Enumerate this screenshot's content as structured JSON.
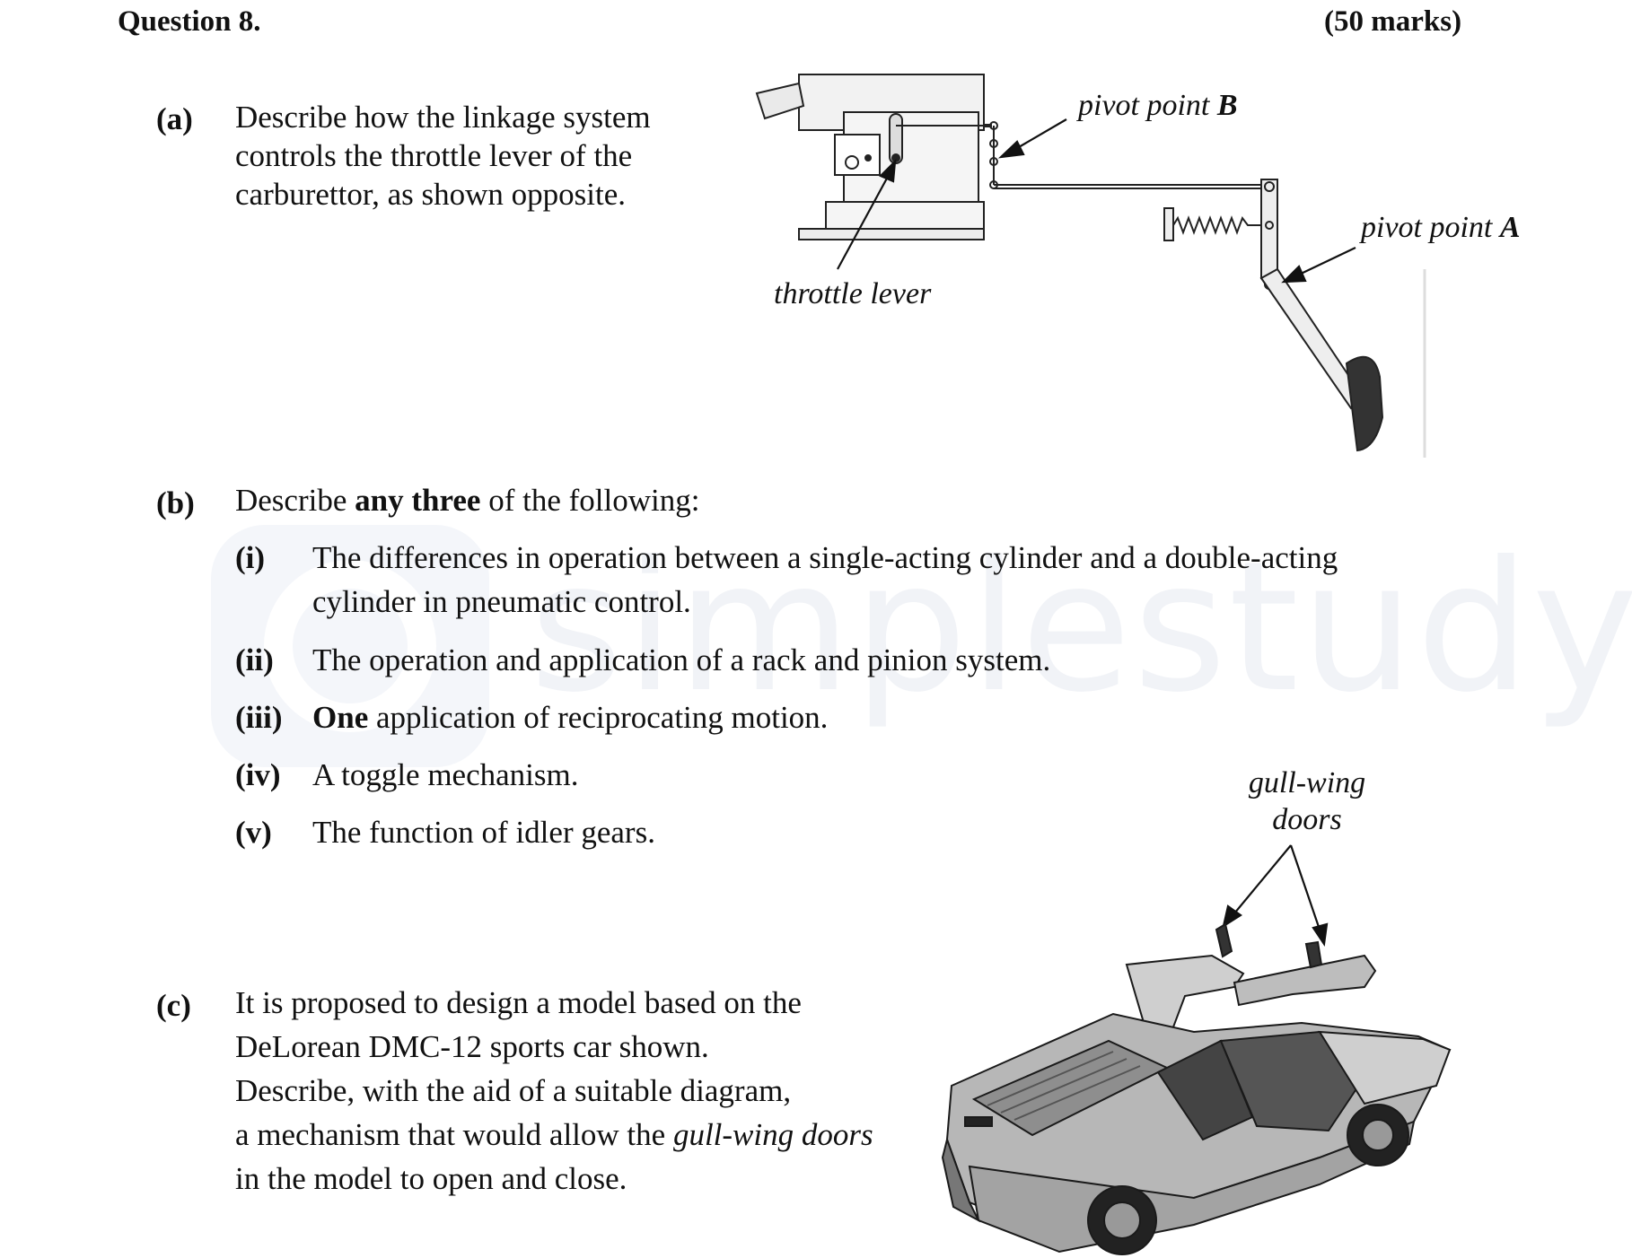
{
  "header": {
    "question": "Question 8.",
    "marks": "(50 marks)"
  },
  "part_a": {
    "label": "(a)",
    "lines": [
      "Describe how the linkage system",
      "controls the throttle lever of the",
      "carburettor, as shown opposite."
    ],
    "figure": {
      "pivot_b_text": "pivot point ",
      "pivot_b_letter": "B",
      "pivot_a_text": "pivot point ",
      "pivot_a_letter": "A",
      "throttle_lever": "throttle lever"
    }
  },
  "part_b": {
    "label": "(b)",
    "intro_before": "Describe ",
    "intro_bold": "any three",
    "intro_after": " of the following:",
    "items": [
      {
        "label": "(i)",
        "line1": "The differences in operation between a single-acting cylinder and a double-acting",
        "line2": "cylinder in pneumatic control."
      },
      {
        "label": "(ii)",
        "text": "The operation and application of a rack and pinion system."
      },
      {
        "label": "(iii)",
        "bold": "One",
        "text": " application of reciprocating motion."
      },
      {
        "label": "(iv)",
        "text": "A toggle mechanism."
      },
      {
        "label": "(v)",
        "text": "The function of idler gears."
      }
    ]
  },
  "part_c": {
    "label": "(c)",
    "lines": [
      "It is proposed to design a model based on the",
      "DeLorean DMC-12 sports car shown.",
      "Describe, with the aid of a suitable diagram,"
    ],
    "line4_before": "a mechanism that would allow the ",
    "line4_italic": "gull-wing doors",
    "line5": "in the model to open and close.",
    "figure": {
      "label_line1": "gull-wing",
      "label_line2": "doors"
    }
  },
  "watermark": {
    "text": "simplestudy"
  }
}
